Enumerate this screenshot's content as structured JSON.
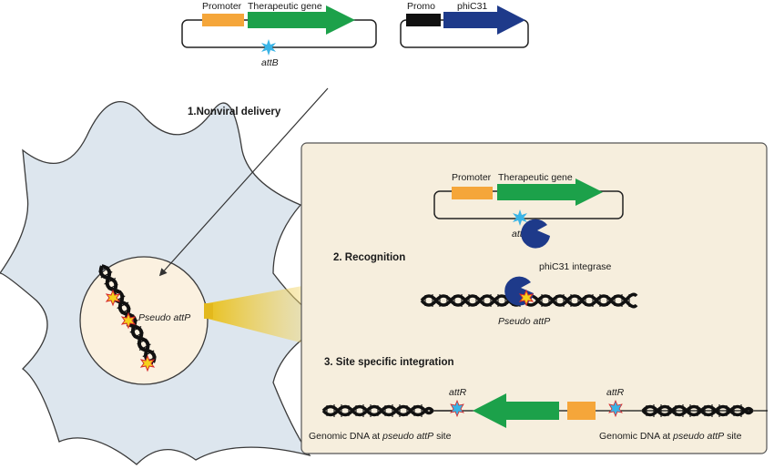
{
  "plasmid_top": {
    "promoter_label": "Promoter",
    "gene_label": "Therapeutic gene",
    "site_label": "attB"
  },
  "plasmid_integrase": {
    "promoter_label": "Promo",
    "gene_label": "phiC31"
  },
  "steps": {
    "step1": "1.Nonviral delivery",
    "step2": "2. Recognition",
    "step3": "3. Site specific integration"
  },
  "cell": {
    "site_label_prefix": "Pseudo",
    "site_label_suffix": "attP"
  },
  "recognition": {
    "promoter_label": "Promoter",
    "gene_label": "Therapeutic gene",
    "site_label": "attB",
    "integrase_label": "phiC31 integrase",
    "pseudo_label_prefix": "Pseudo",
    "pseudo_label_suffix": "attP"
  },
  "integration": {
    "left_site": "attR",
    "right_site": "attR",
    "left_caption_prefix": "Genomic DNA at",
    "left_caption_italic": "pseudo attP",
    "left_caption_suffix": "site",
    "right_caption_prefix": "Genomic DNA at",
    "right_caption_italic": "pseudo attP",
    "right_caption_suffix": "site"
  },
  "colors": {
    "promoter": "#F5A63A",
    "therapeutic_gene": "#1CA14A",
    "phiC31": "#1E3A8A",
    "integrase": "#1E3A8A",
    "att_star": "#3AB4E6",
    "cell_fill": "#DDE6EE",
    "nucleus_fill": "#FBF1E0",
    "panel_fill": "#F6EEDD",
    "light_beam": "#F2CF3E"
  }
}
